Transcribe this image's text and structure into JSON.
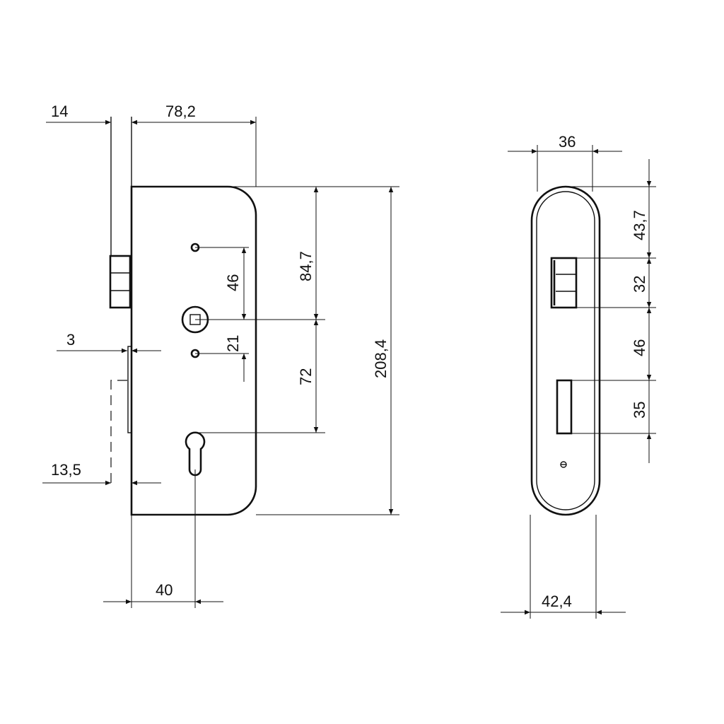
{
  "drawing": {
    "front_view": {
      "dimensions": {
        "backset_faceplate": "14",
        "case_width": "78,2",
        "upper_to_spindle": "84,7",
        "spindle_to_cylinder": "72",
        "case_height": "208,4",
        "screw_to_spindle": "46",
        "spindle_to_screw": "21",
        "faceplate_thickness": "3",
        "bolt_projection": "13,5",
        "backset": "40"
      }
    },
    "side_view": {
      "dimensions": {
        "faceplate_inner_width": "36",
        "faceplate_outer_width": "42,4",
        "top_to_latch": "43,7",
        "latch_height": "32",
        "latch_to_bolt": "46",
        "bolt_height": "35"
      }
    },
    "line_color": "#111111"
  }
}
